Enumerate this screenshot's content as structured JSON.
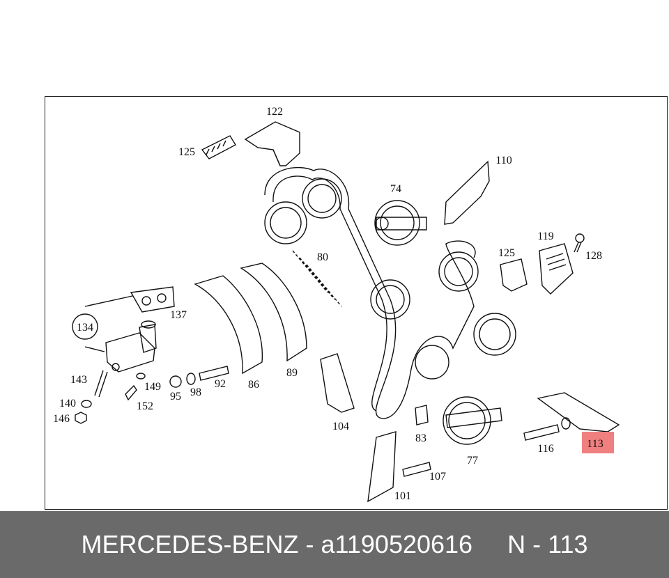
{
  "callouts": [
    "122",
    "125",
    "110",
    "74",
    "119",
    "128",
    "80",
    "125",
    "137",
    "134",
    "143",
    "149",
    "140",
    "152",
    "146",
    "95",
    "98",
    "92",
    "86",
    "89",
    "104",
    "83",
    "77",
    "116",
    "113",
    "107",
    "101"
  ],
  "highlight": {
    "callout": "113",
    "color": "#f08080"
  },
  "footer": {
    "brand": "MERCEDES-BENZ",
    "separator1": " - ",
    "part_number": "a1190520616",
    "gap": "     ",
    "position": "N - 113"
  }
}
